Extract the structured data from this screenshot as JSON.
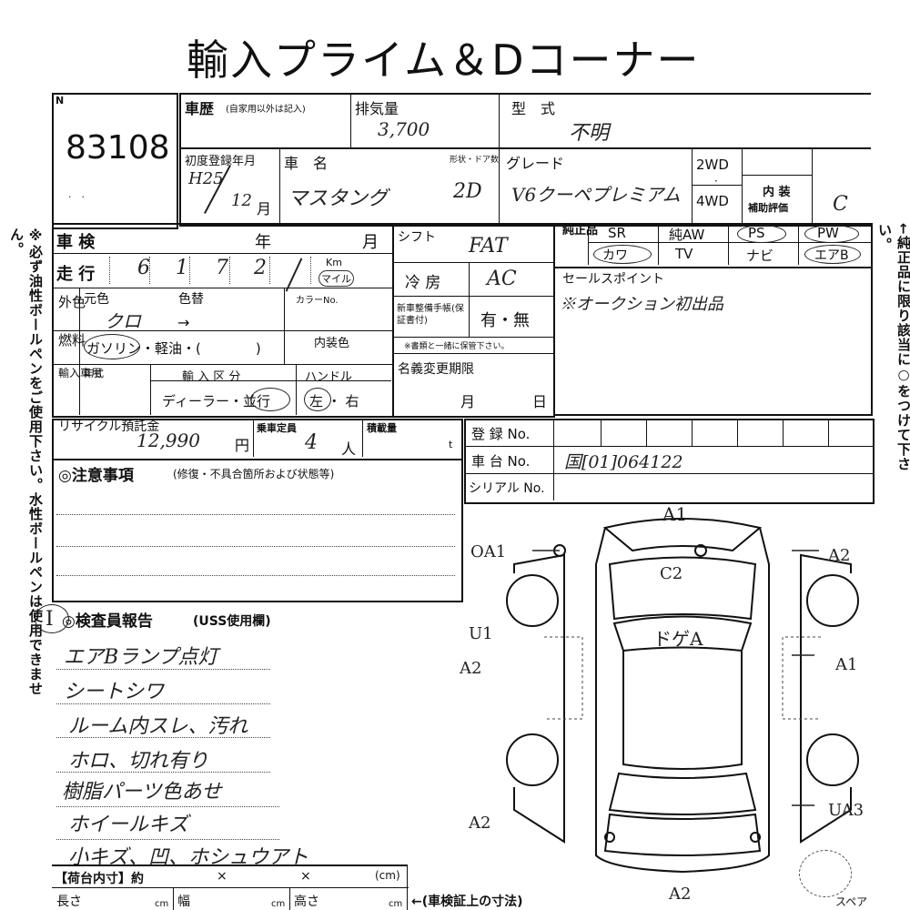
{
  "title": "輸入プライム＆Dコーナー",
  "lot": {
    "label": "N",
    "number": "83108"
  },
  "header": {
    "history_label": "車歴",
    "history_note": "(自家用以外は記入)",
    "displacement_label": "排気量",
    "displacement_value": "3,700",
    "model_label": "型　式",
    "model_value": "不明",
    "first_reg_label": "初度登録年月",
    "first_reg_era": "H25",
    "first_reg_month": "12",
    "month_unit": "月",
    "car_name_label": "車　名",
    "car_name_value": "マスタング",
    "doors_label": "形状・ドア数",
    "doors_value": "2D",
    "grade_label": "グレード",
    "grade_value": "V6クーペプレミアム",
    "drive_2wd": "2WD",
    "drive_4wd": "4WD",
    "grade_eval_label1": "内 装",
    "grade_eval_label2": "補助評価",
    "interior_grade": "C"
  },
  "inspection": {
    "shaken_label": "車 検",
    "year_label": "年",
    "month_label": "月",
    "mileage_label": "走 行",
    "mileage_digits": [
      "6",
      "1",
      "7",
      "2",
      "",
      ""
    ],
    "km_label": "Km",
    "mile_label": "マイル",
    "exterior_label": "外色",
    "orig_color_label": "元色",
    "repaint_label": "色替",
    "orig_color_value": "クロ",
    "arrow": "→",
    "color_no_label": "カラーNo.",
    "fuel_label": "燃料",
    "fuel_value": "ガソリン・軽油・(　　　　)",
    "interior_color_label": "内装色",
    "import_label": "輸入車用",
    "model_year_label": "年式",
    "import_type_label": "輸 入 区 分",
    "import_type_value": "ディーラー・並行",
    "handle_label": "ハンドル",
    "handle_value": "左 ・ 右",
    "shift_label": "シフト",
    "shift_value": "FAT",
    "ac_label": "冷 房",
    "ac_value": "AC",
    "manual_label": "新車整備手帳(保証書付)",
    "manual_value": "有・無",
    "manual_note": "※書類と一緒に保管下さい。",
    "name_change_label": "名義変更期限",
    "name_change_month": "月",
    "name_change_day": "日"
  },
  "equipment": {
    "label": "純正品",
    "row1": [
      "SR",
      "純AW",
      "PS",
      "PW"
    ],
    "row2": [
      "カワ",
      "TV",
      "ナビ",
      "エアB"
    ]
  },
  "sales_point": {
    "label": "セールスポイント",
    "value": "※オークション初出品"
  },
  "recycle": {
    "label": "リサイクル預託金",
    "value": "12,990",
    "unit": "円",
    "capacity_label": "乗車定員",
    "capacity_value": "4",
    "capacity_unit": "人",
    "load_label": "積載量",
    "load_unit": "t"
  },
  "registration": {
    "reg_no_label": "登 録 No.",
    "chassis_label": "車 台 No.",
    "chassis_value": "国[01]064122",
    "serial_label": "シリアル No."
  },
  "caution": {
    "label": "◎注意事項",
    "note": "(修復・不具合箇所および状態等)"
  },
  "inspector": {
    "label": "◎検査員報告",
    "note": "(USS使用欄)",
    "mark": "I",
    "items": [
      "エアBランプ点灯",
      "シートシワ",
      "ルーム内スレ、汚れ",
      "ホロ、切れ有り",
      "樹脂パーツ色あせ",
      "ホイールキズ",
      "小キズ、凹、ホシュウアト"
    ]
  },
  "diagram": {
    "marks": [
      "A1",
      "OA1",
      "A2",
      "C2",
      "U1",
      "A2",
      "ドゲA",
      "A1",
      "A2",
      "UA3",
      "A2"
    ],
    "spare_label": "スペア"
  },
  "cargo": {
    "label": "【荷台内寸】約",
    "x1": "×",
    "x2": "×",
    "unit": "(cm)",
    "length_label": "長さ",
    "width_label": "幅",
    "height_label": "高さ",
    "cm": "cm",
    "cert_note": "←(車検証上の寸法)"
  },
  "side_left": "※必ず油性ボールペンをご使用下さい。水性ボールペンは使用できません。",
  "side_right": "←純正品に限り該当に○をつけて下さい。"
}
